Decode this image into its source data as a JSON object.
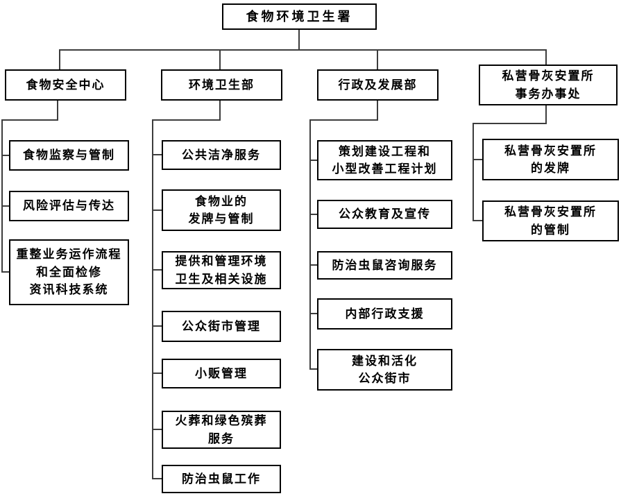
{
  "diagram": {
    "type": "org-chart",
    "language": "zh-Hans",
    "colors": {
      "background": "#ffffff",
      "box_fill": "#ffffff",
      "box_border": "#000000",
      "text": "#000000",
      "connector": "#3c3c3c"
    }
  },
  "org": {
    "root": {
      "label": "食物环境卫生署"
    },
    "branches": [
      {
        "label": "食物安全中心",
        "children": [
          {
            "label": "食物监察与管制"
          },
          {
            "label": "风险评估与传达"
          },
          {
            "label": "重整业务运作流程\n和全面检修\n资讯科技系统"
          }
        ]
      },
      {
        "label": "环境卫生部",
        "children": [
          {
            "label": "公共洁净服务"
          },
          {
            "label": "食物业的\n发牌与管制"
          },
          {
            "label": "提供和管理环境\n卫生及相关设施"
          },
          {
            "label": "公众街市管理"
          },
          {
            "label": "小贩管理"
          },
          {
            "label": "火葬和绿色殡葬\n服务"
          },
          {
            "label": "防治虫鼠工作"
          }
        ]
      },
      {
        "label": "行政及发展部",
        "children": [
          {
            "label": "策划建设工程和\n小型改善工程计划"
          },
          {
            "label": "公众教育及宣传"
          },
          {
            "label": "防治虫鼠咨询服务"
          },
          {
            "label": "内部行政支援"
          },
          {
            "label": "建设和活化\n公众街市"
          }
        ]
      },
      {
        "label": "私营骨灰安置所\n事务办事处",
        "children": [
          {
            "label": "私营骨灰安置所\n的发牌"
          },
          {
            "label": "私营骨灰安置所\n的管制"
          }
        ]
      }
    ]
  }
}
